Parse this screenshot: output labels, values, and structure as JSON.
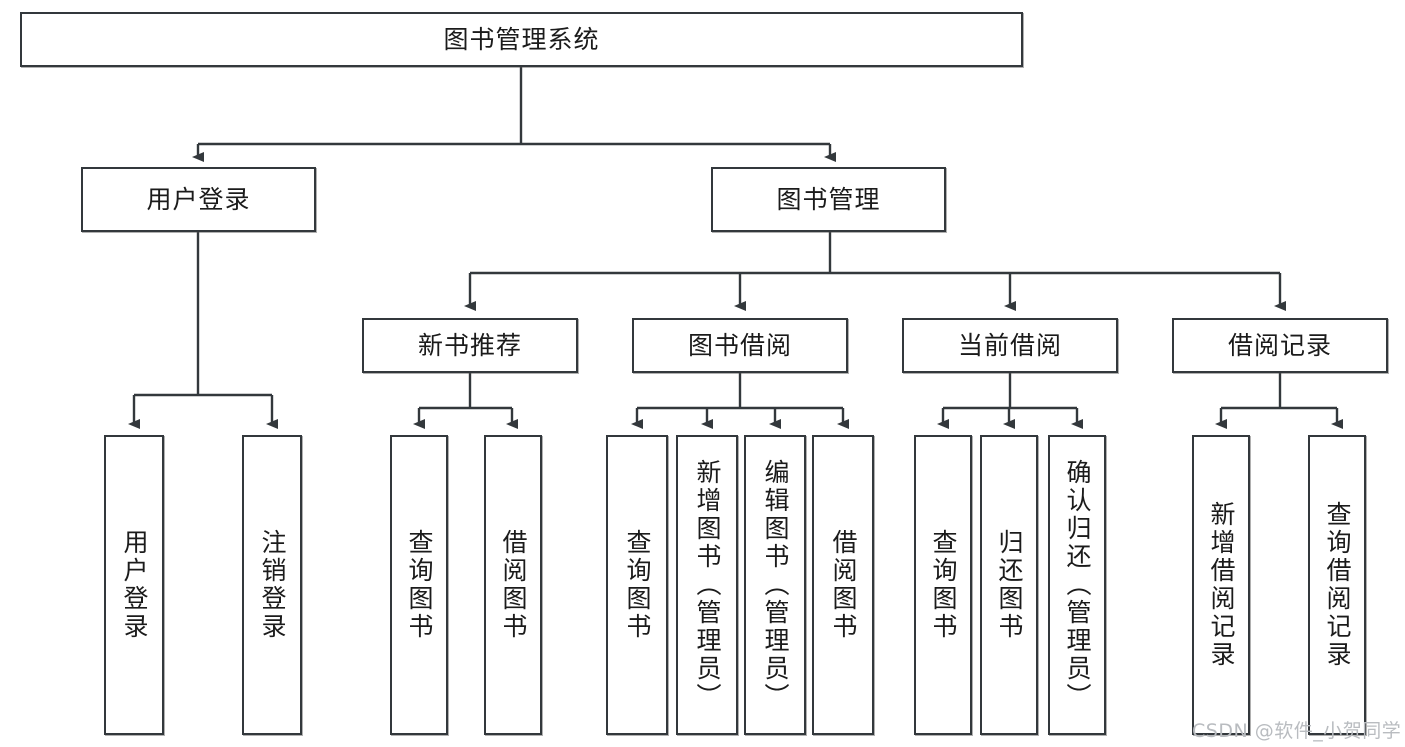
{
  "diagram": {
    "title": "图书管理系统",
    "type": "tree",
    "watermark": "CSDN @软件_小贺同学",
    "colors": {
      "box_border": "#33383c",
      "box_fill": "#ffffff",
      "line": "#33383c",
      "text": "#1b1b1b",
      "watermark": "#b9bcc0",
      "background": "#ffffff"
    },
    "levels": {
      "root": {
        "label": "图书管理系统"
      },
      "level2": [
        {
          "label": "用户登录"
        },
        {
          "label": "图书管理"
        }
      ],
      "level3": [
        {
          "label": "新书推荐"
        },
        {
          "label": "图书借阅"
        },
        {
          "label": "当前借阅"
        },
        {
          "label": "借阅记录"
        }
      ],
      "level4": {
        "user_login": [
          {
            "label": "用户登录"
          },
          {
            "label": "注销登录"
          }
        ],
        "new_book_recommend": [
          {
            "label": "查询图书"
          },
          {
            "label": "借阅图书"
          }
        ],
        "book_borrow": [
          {
            "label": "查询图书"
          },
          {
            "label": "新增图书（管理员）"
          },
          {
            "label": "编辑图书（管理员）"
          },
          {
            "label": "借阅图书"
          }
        ],
        "current_borrow": [
          {
            "label": "查询图书"
          },
          {
            "label": "归还图书"
          },
          {
            "label": "确认归还（管理员）"
          }
        ],
        "borrow_record": [
          {
            "label": "新增借阅记录"
          },
          {
            "label": "查询借阅记录"
          }
        ]
      }
    }
  }
}
